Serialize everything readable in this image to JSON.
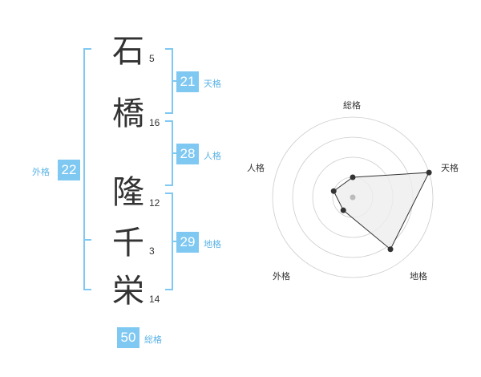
{
  "name": {
    "chars": [
      "石",
      "橋",
      "隆",
      "千",
      "栄"
    ],
    "strokes": [
      "5",
      "16",
      "12",
      "3",
      "14"
    ]
  },
  "fortunes": {
    "tenkaku": {
      "value": "21",
      "label": "天格"
    },
    "jinkaku": {
      "value": "28",
      "label": "人格"
    },
    "chikaku": {
      "value": "29",
      "label": "地格"
    },
    "gaikaku": {
      "value": "22",
      "label": "外格"
    },
    "soukaku": {
      "value": "50",
      "label": "総格"
    }
  },
  "chart_data": {
    "type": "radar",
    "axes": [
      "総格",
      "天格",
      "地格",
      "外格",
      "人格"
    ],
    "values": [
      0.25,
      1.0,
      0.8,
      0.2,
      0.25
    ],
    "rings": 4
  },
  "colors": {
    "accent": "#7fc8f2",
    "accent_text": "#5ab3e6",
    "text": "#333333",
    "grid": "#cccccc",
    "fill": "#eeeeee"
  }
}
